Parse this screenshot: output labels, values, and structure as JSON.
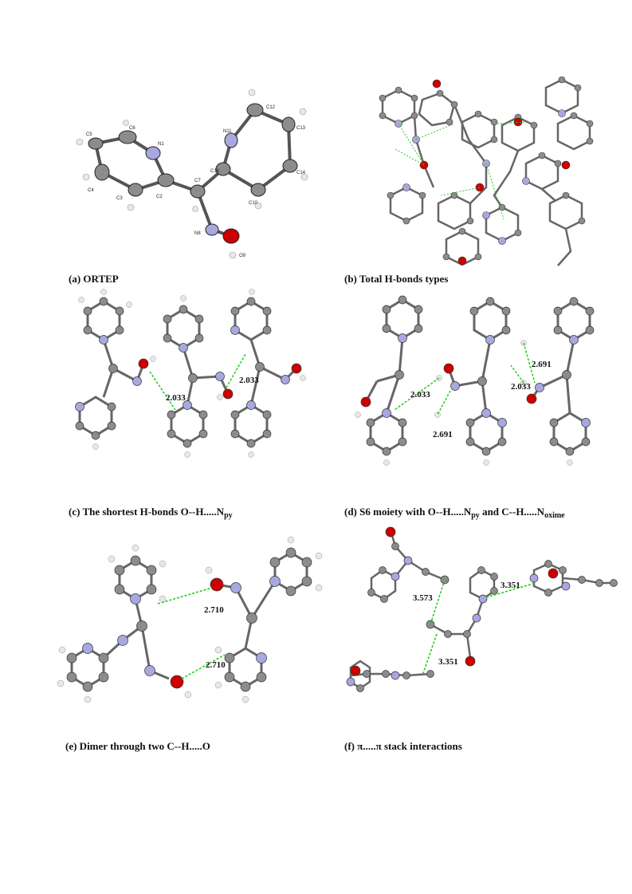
{
  "panels": {
    "a": {
      "caption": "(a)  ORTEP",
      "atoms": [
        "C5",
        "C6",
        "N1",
        "C4",
        "C3",
        "C2",
        "C7",
        "N8",
        "O9",
        "N11",
        "C12",
        "C13",
        "C18",
        "C14",
        "C10"
      ]
    },
    "b": {
      "caption": "(b)  Total H-bonds types"
    },
    "c": {
      "caption_main": "(c)  The shortest H-bonds  O--H.....N",
      "caption_sub": "py",
      "distances": [
        "2.033",
        "2.033"
      ]
    },
    "d": {
      "caption_main": "(d)  S6 moiety with O--H.....N",
      "caption_sub1": "py",
      "caption_mid": " and C--H.....N",
      "caption_sub2": "oxime",
      "distances": [
        "2.691",
        "2.033",
        "2.033",
        "2.691"
      ]
    },
    "e": {
      "caption": "(e)  Dimer through two C--H.....O",
      "distances": [
        "2.710",
        "2.710"
      ]
    },
    "f": {
      "caption": "(f)  π.....π stack interactions",
      "distances": [
        "3.351",
        "3.573",
        "3.351"
      ]
    }
  },
  "colors": {
    "carbon": "#8c8c8c",
    "nitrogen": "#a8a8e0",
    "oxygen": "#cc0000",
    "hydrogen": "#e8e8e8",
    "hbond": "#22cc22",
    "bond": "#555555"
  }
}
